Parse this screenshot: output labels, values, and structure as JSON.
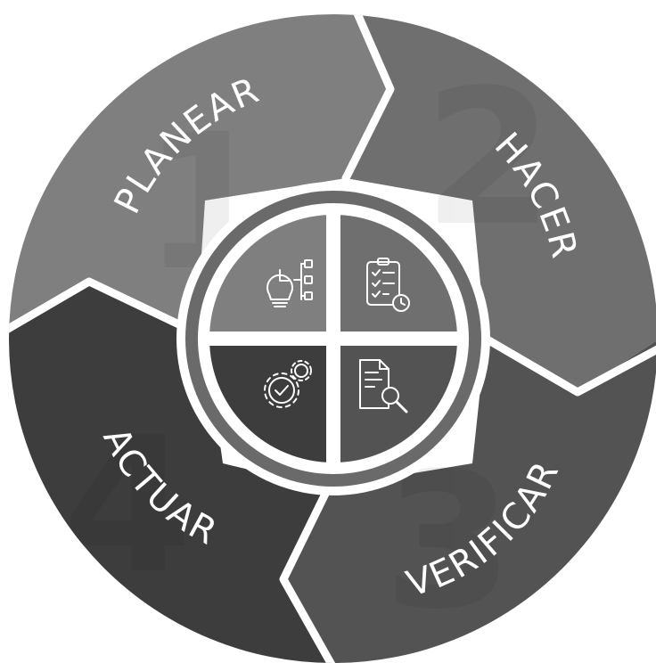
{
  "diagram": {
    "phases": [
      {
        "id": "planear",
        "label": "PLANEAR",
        "number": "1",
        "color": "#7f7f7f",
        "icon": "lightbulb-chart-icon"
      },
      {
        "id": "hacer",
        "label": "HACER",
        "number": "2",
        "color": "#6f6f6f",
        "icon": "checklist-clock-icon"
      },
      {
        "id": "verificar",
        "label": "VERIFICAR",
        "number": "3",
        "color": "#535353",
        "icon": "document-magnifier-icon"
      },
      {
        "id": "actuar",
        "label": "ACTUAR",
        "number": "4",
        "color": "#3d3d3d",
        "icon": "gears-check-icon"
      }
    ]
  }
}
